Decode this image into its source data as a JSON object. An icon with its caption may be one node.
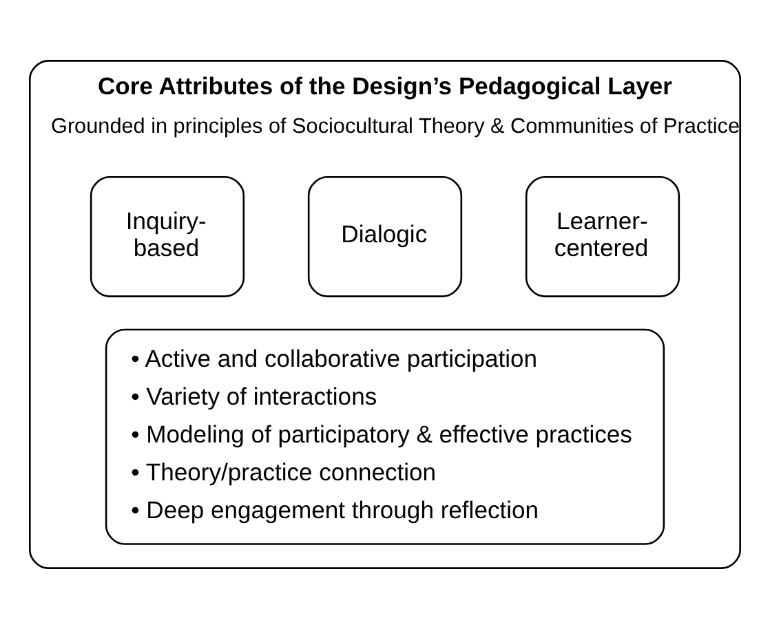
{
  "diagram": {
    "nodes": [
      {
        "text": [
          "Core Attributes of the Design’s Pedagogical Layer",
          "Grounded in principles of Sociocultural Theory & Communities of Practice"
        ]
      },
      {
        "text": [
          "Learner-centered"
        ],
        "in": 0
      },
      {
        "text": [
          "Dialogic"
        ],
        "in": 0
      },
      {
        "text": [
          "Inquiry-based"
        ],
        "in": 0
      },
      {
        "text": [
          "• Active and collaborative participation",
          "• Variety of interactions",
          "• Modeling of participatory & effective practices",
          "• Theory/practice connection",
          "• Deep engagement through reflection"
        ],
        "in": 0
      }
    ],
    "edges": []
  }
}
